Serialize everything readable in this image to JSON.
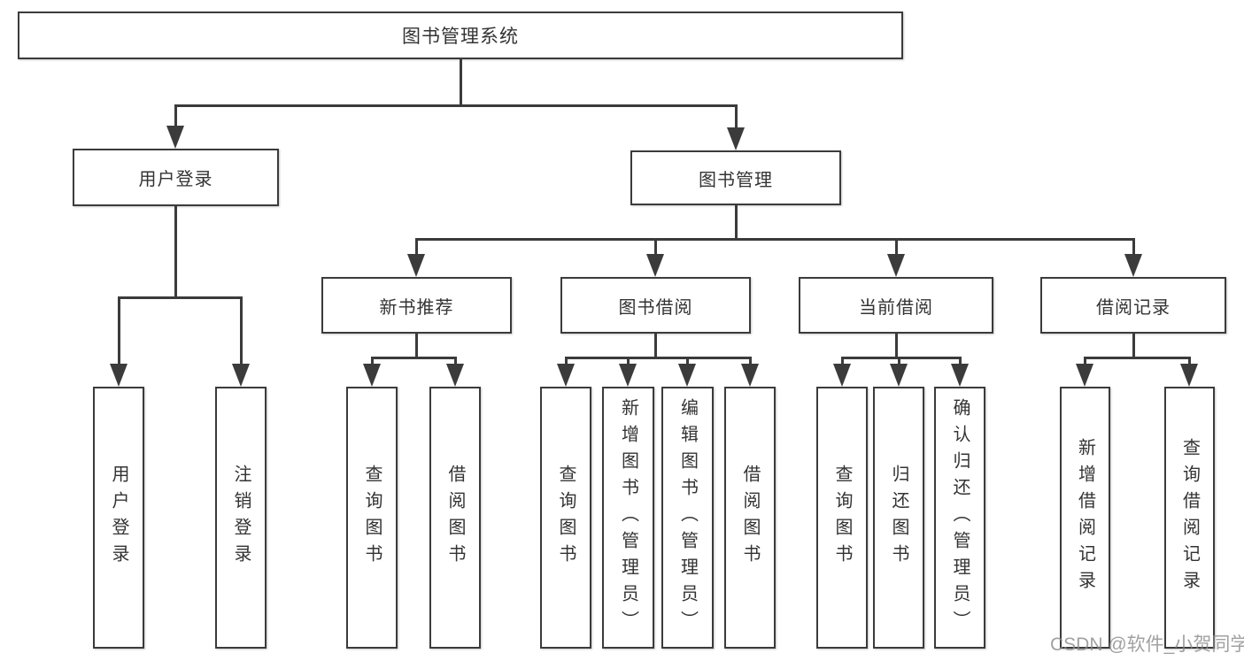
{
  "tree": {
    "root": "图书管理系统",
    "login": {
      "label": "用户登录",
      "children": [
        "用户登录",
        "注销登录"
      ]
    },
    "mgmt": {
      "label": "图书管理",
      "groups": [
        {
          "label": "新书推荐",
          "children": [
            "查询图书",
            "借阅图书"
          ]
        },
        {
          "label": "图书借阅",
          "children": [
            "查询图书",
            "新增图书（管理员）",
            "编辑图书（管理员）",
            "借阅图书"
          ]
        },
        {
          "label": "当前借阅",
          "children": [
            "查询图书",
            "归还图书",
            "确认归还（管理员）"
          ]
        },
        {
          "label": "借阅记录",
          "children": [
            "新增借阅记录",
            "查询借阅记录"
          ]
        }
      ]
    }
  },
  "watermark": "CSDN @软件_小贺同学",
  "colors": {
    "line": "#3b3b3b",
    "text": "#333333",
    "background": "#ffffff",
    "watermark": "#8a8a8a"
  }
}
